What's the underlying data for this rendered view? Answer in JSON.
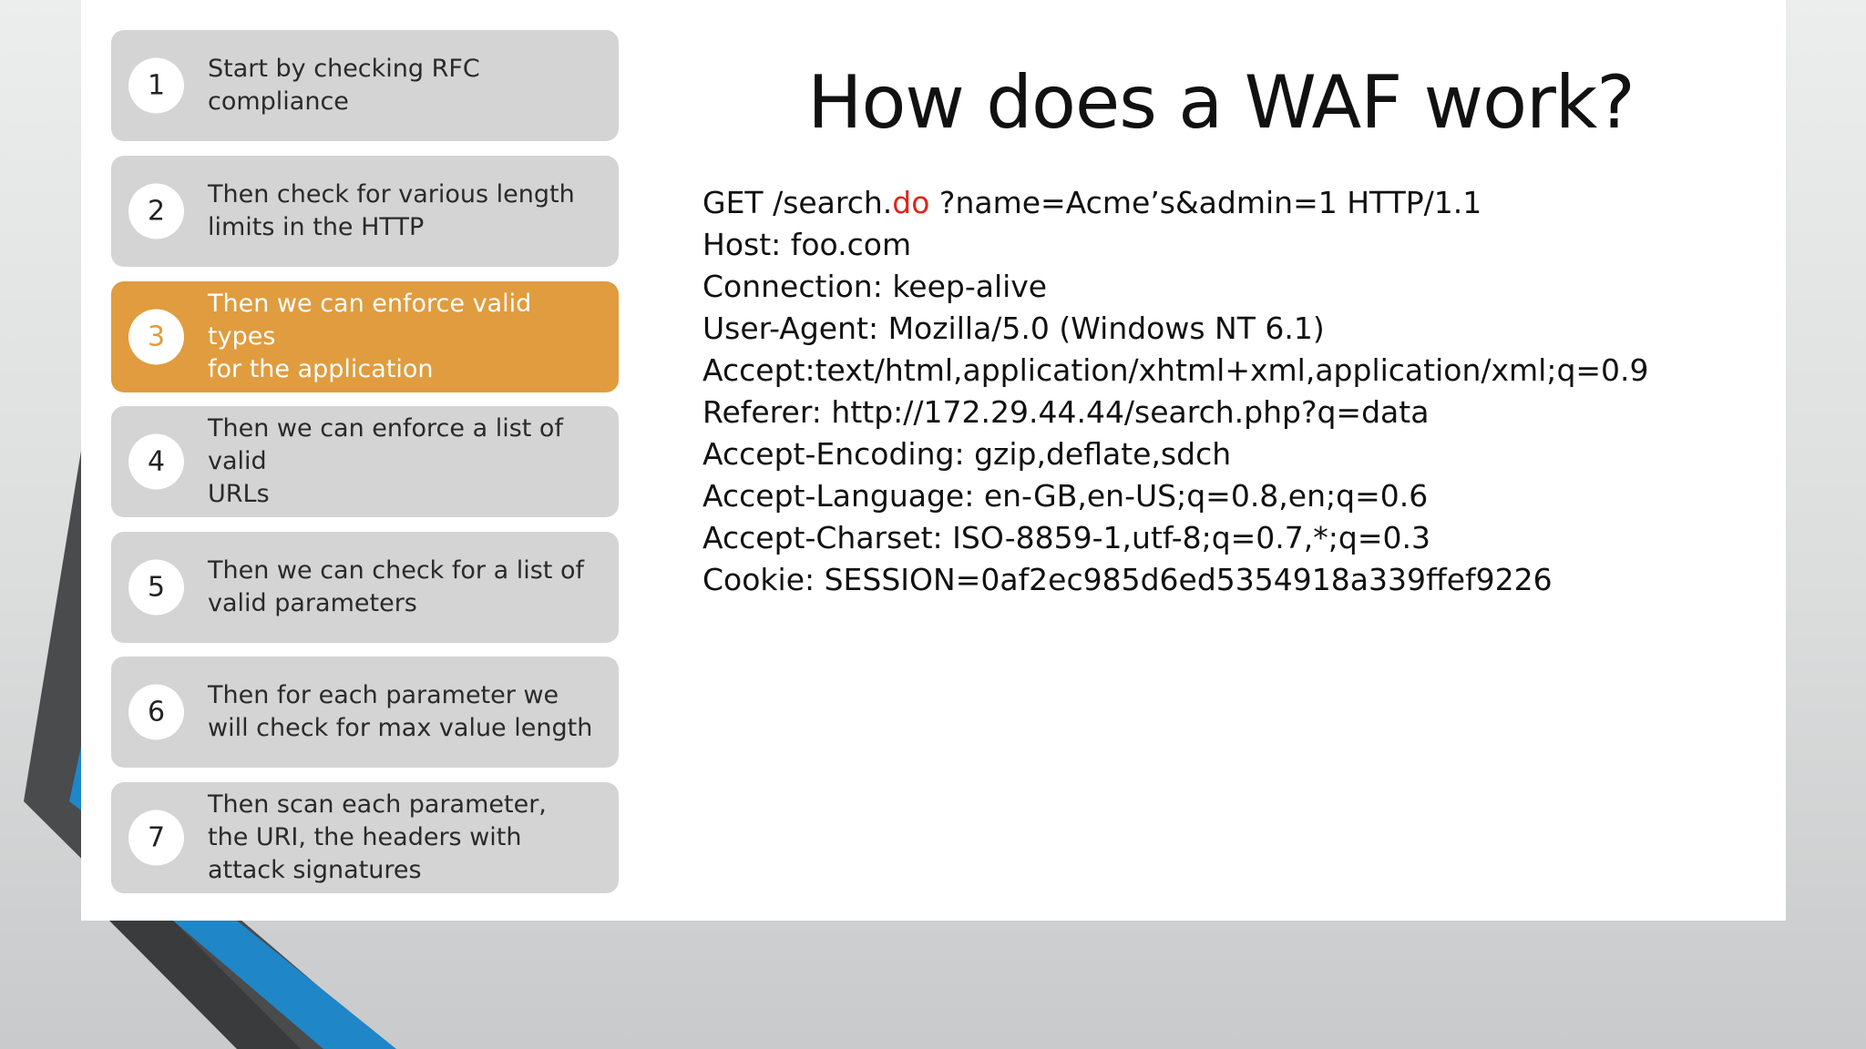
{
  "title": "How does a WAF work?",
  "accent_color": "#e09c3e",
  "highlight_color": "#e0241b",
  "steps": [
    {
      "number": "1",
      "text": "Start by checking RFC compliance",
      "active": false
    },
    {
      "number": "2",
      "text": "Then check for various length\nlimits in the HTTP",
      "active": false
    },
    {
      "number": "3",
      "text": "Then we can enforce valid types\nfor the application",
      "active": true
    },
    {
      "number": "4",
      "text": "Then we can enforce a list of valid\nURLs",
      "active": false
    },
    {
      "number": "5",
      "text": "Then we can check for a list of\nvalid parameters",
      "active": false
    },
    {
      "number": "6",
      "text": "Then for each parameter we\nwill check for max value length",
      "active": false
    },
    {
      "number": "7",
      "text": "Then scan each parameter,\nthe URI, the headers with\nattack signatures",
      "active": false
    }
  ],
  "request": {
    "line1_prefix": "GET /search.",
    "line1_highlight": "do",
    "line1_suffix": " ?name=Acme’s&admin=1 HTTP/1.1",
    "lines": [
      "Host: foo.com",
      "Connection: keep-alive",
      "User-Agent: Mozilla/5.0 (Windows NT 6.1)",
      "Accept:text/html,application/xhtml+xml,application/xml;q=0.9",
      "Referer: http://172.29.44.44/search.php?q=data",
      "Accept-Encoding: gzip,deflate,sdch",
      "Accept-Language: en-GB,en-US;q=0.8,en;q=0.6",
      "Accept-Charset: ISO-8859-1,utf-8;q=0.7,*;q=0.3",
      "Cookie: SESSION=0af2ec985d6ed5354918a339ffef9226"
    ]
  }
}
